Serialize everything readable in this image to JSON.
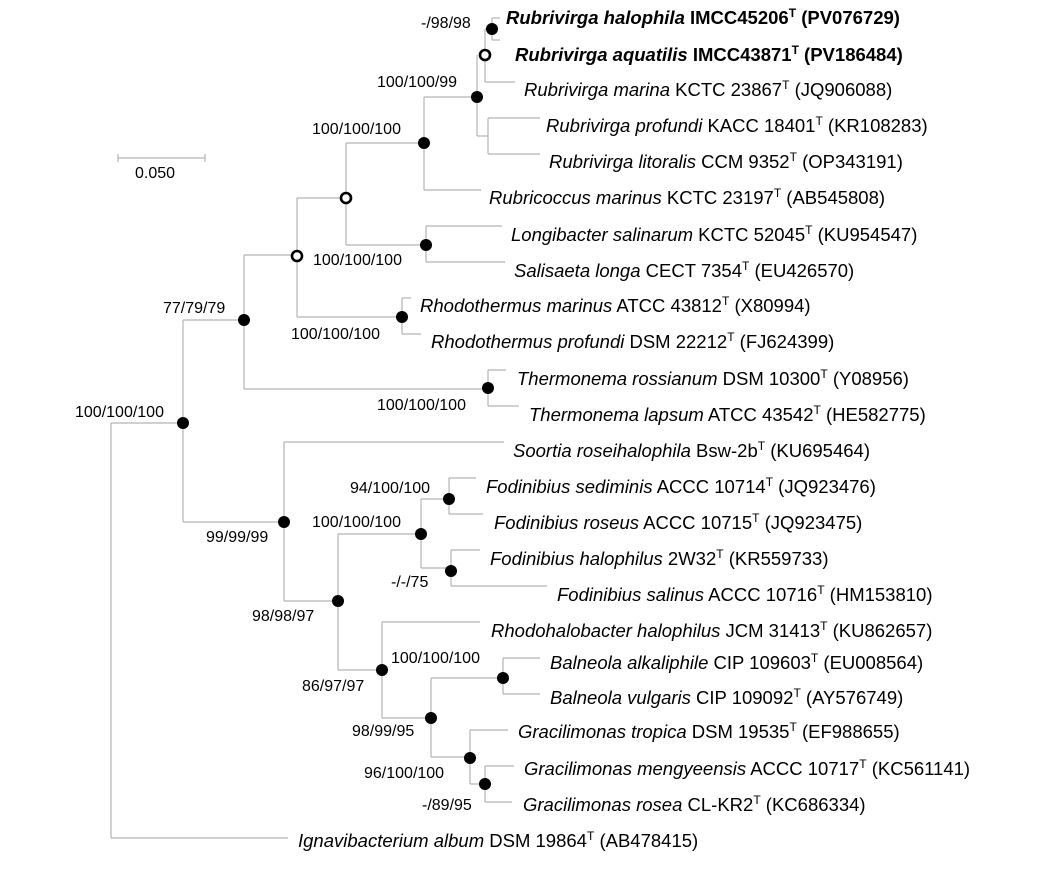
{
  "scale_bar": {
    "label": "0.050"
  },
  "taxa": [
    {
      "genus": "Rubrivirga halophila",
      "rest": " IMCC45206",
      "sup": "T",
      "acc": " (PV076729)",
      "bold": true
    },
    {
      "genus": "Rubrivirga aquatilis",
      "rest": " IMCC43871",
      "sup": "T",
      "acc": " (PV186484)",
      "bold": true
    },
    {
      "genus": "Rubrivirga marina",
      "rest": " KCTC 23867",
      "sup": "T",
      "acc": " (JQ906088)",
      "bold": false
    },
    {
      "genus": "Rubrivirga profundi",
      "rest": " KACC 18401",
      "sup": "T",
      "acc": " (KR108283)",
      "bold": false
    },
    {
      "genus": "Rubrivirga litoralis",
      "rest": " CCM 9352",
      "sup": "T",
      "acc": " (OP343191)",
      "bold": false
    },
    {
      "genus": "Rubricoccus marinus",
      "rest": " KCTC 23197",
      "sup": "T",
      "acc": " (AB545808)",
      "bold": false
    },
    {
      "genus": "Longibacter salinarum",
      "rest": " KCTC 52045",
      "sup": "T",
      "acc": " (KU954547)",
      "bold": false
    },
    {
      "genus": "Salisaeta longa",
      "rest": " CECT 7354",
      "sup": "T",
      "acc": " (EU426570)",
      "bold": false
    },
    {
      "genus": "Rhodothermus marinus",
      "rest": " ATCC 43812",
      "sup": "T",
      "acc": " (X80994)",
      "bold": false
    },
    {
      "genus": "Rhodothermus profundi",
      "rest": " DSM 22212",
      "sup": "T",
      "acc": " (FJ624399)",
      "bold": false
    },
    {
      "genus": "Thermonema rossianum",
      "rest": " DSM 10300",
      "sup": "T",
      "acc": " (Y08956)",
      "bold": false
    },
    {
      "genus": "Thermonema lapsum",
      "rest": " ATCC 43542",
      "sup": "T",
      "acc": " (HE582775)",
      "bold": false
    },
    {
      "genus": "Soortia roseihalophila",
      "rest": " Bsw-2b",
      "sup": "T",
      "acc": " (KU695464)",
      "bold": false
    },
    {
      "genus": "Fodinibius sediminis",
      "rest": " ACCC 10714",
      "sup": "T",
      "acc": " (JQ923476)",
      "bold": false
    },
    {
      "genus": "Fodinibius roseus",
      "rest": " ACCC 10715",
      "sup": "T",
      "acc": " (JQ923475)",
      "bold": false
    },
    {
      "genus": "Fodinibius halophilus",
      "rest": " 2W32",
      "sup": "T",
      "acc": " (KR559733)",
      "bold": false
    },
    {
      "genus": "Fodinibius salinus",
      "rest": " ACCC 10716",
      "sup": "T",
      "acc": " (HM153810)",
      "bold": false
    },
    {
      "genus": "Rhodohalobacter halophilus",
      "rest": " JCM 31413",
      "sup": "T",
      "acc": " (KU862657)",
      "bold": false
    },
    {
      "genus": "Balneola alkaliphile",
      "rest": " CIP 109603",
      "sup": "T",
      "acc": " (EU008564)",
      "bold": false
    },
    {
      "genus": "Balneola vulgaris",
      "rest": " CIP 109092",
      "sup": "T",
      "acc": " (AY576749)",
      "bold": false
    },
    {
      "genus": "Gracilimonas tropica",
      "rest": " DSM 19535",
      "sup": "T",
      "acc": " (EF988655)",
      "bold": false
    },
    {
      "genus": "Gracilimonas mengyeensis",
      "rest": " ACCC 10717",
      "sup": "T",
      "acc": " (KC561141)",
      "bold": false
    },
    {
      "genus": "Gracilimonas rosea",
      "rest": " CL-KR2",
      "sup": "T",
      "acc": " (KC686334)",
      "bold": false
    },
    {
      "genus": "Ignavibacterium album",
      "rest": " DSM 19864",
      "sup": "T",
      "acc": " (AB478415)",
      "bold": false
    }
  ],
  "supports": [
    "-/98/98",
    "100/100/99",
    "100/100/100",
    "100/100/100",
    "100/100/100",
    "77/79/79",
    "100/100/100",
    "100/100/100",
    "99/99/99",
    "94/100/100",
    "100/100/100",
    "-/-/75",
    "98/98/97",
    "100/100/100",
    "86/97/97",
    "98/99/95",
    "96/100/100",
    "-/89/95"
  ]
}
